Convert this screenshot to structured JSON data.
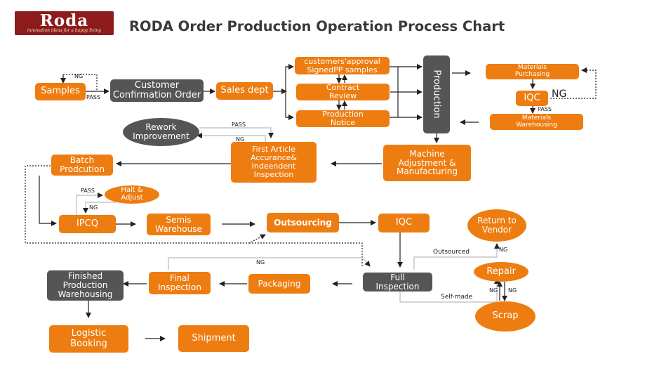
{
  "logo": {
    "text": "Roda",
    "tagline": "innovation ideas for a happy living"
  },
  "title": "RODA Order Production Operation Process  Chart",
  "nodes": {
    "samples": "Samples",
    "customer_confirmation": "Customer\nConfirmation Order",
    "sales_dept": "Sales dept",
    "customers_approval": "customers'approval\nSignedPP samples",
    "contract_review": "Contract\nReview",
    "production_notice": "Production\nNotice",
    "production": "Production",
    "materials_purchasing": "Materials\nPurchasing",
    "iqc_top": "IQC",
    "materials_warehousing": "Materials\nWarehousing",
    "rework": "Rework\nImprovement",
    "first_article": "First Article\nAccurance&\nIndeendent\nInspection",
    "machine_adjustment": "Machine\nAdjustment &\nManufacturing",
    "batch_production": "Batch\nProdcution",
    "halt_adjust": "Halt &\nAdjust",
    "ipcq": "IPCQ",
    "semis_warehouse": "Semis\nWarehouse",
    "outsourcing": "Outsourcing",
    "iqc_mid": "IQC",
    "return_vendor": "Return to\nVendor",
    "repair": "Repair",
    "full_inspection": "Full\nInspection",
    "packaging": "Packaging",
    "final_inspection": "Final\nInspection",
    "finished_warehouse": "Finished\nProduction\nWarehousing",
    "scrap": "Scrap",
    "logistic_booking": "Logistic\nBooking",
    "shipment": "Shipment"
  },
  "labels": {
    "ng_samples": "NG",
    "pass_samples": "PASS",
    "ng_materials": "NG",
    "pass_materials": "PASS",
    "pass_rework": "PASS",
    "ng_rework": "NG",
    "pass_ipcq": "PASS",
    "ng_ipcq": "NG",
    "ng_final": "NG",
    "outsourced": "Outsourced",
    "ng_return": "NG",
    "self_made": "Self-made",
    "ng_repair_left": "NG",
    "ng_repair_right": "NG"
  },
  "colors": {
    "orange": "#ee7d11",
    "gray": "#555555",
    "logo": "#8e1b1b"
  }
}
